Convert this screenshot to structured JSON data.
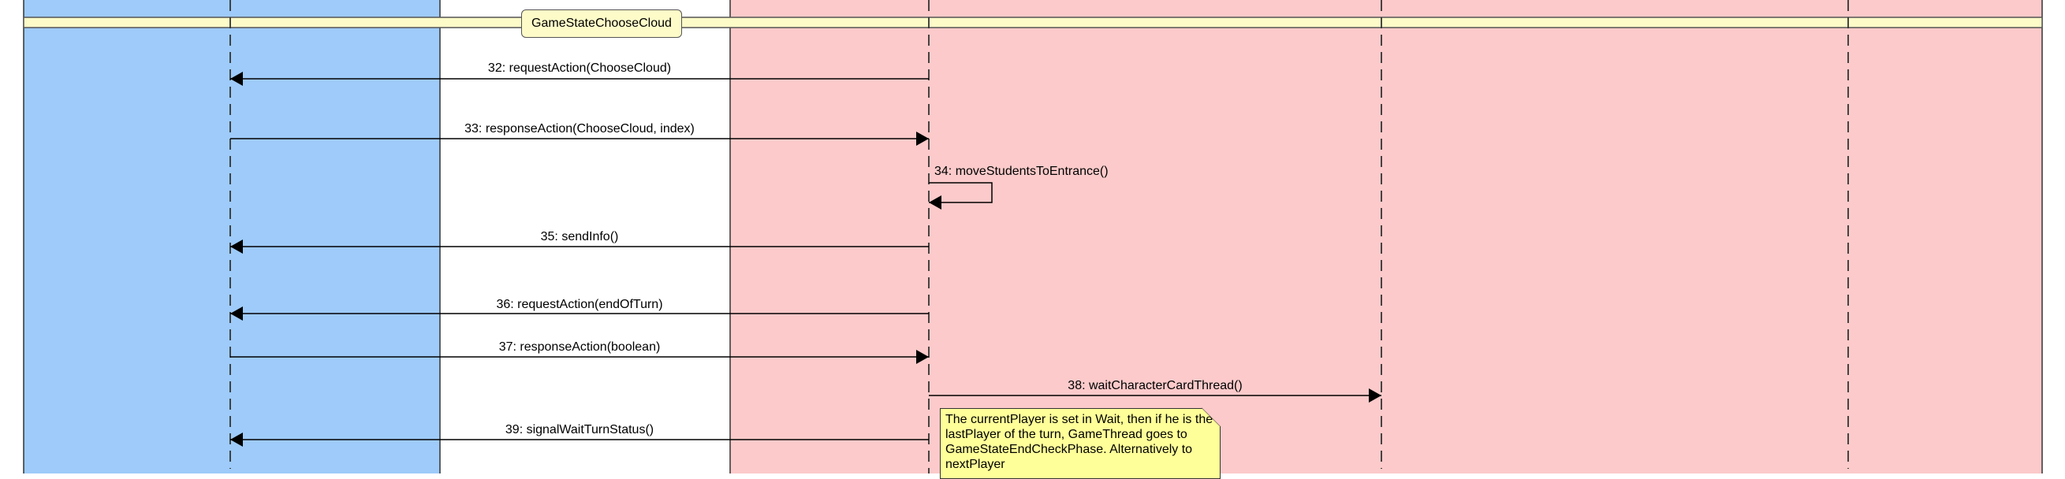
{
  "frame": {
    "label": "GameStateChooseCloud"
  },
  "messages": [
    {
      "label": "32: requestAction(ChooseCloud)"
    },
    {
      "label": "33: responseAction(ChooseCloud, index)"
    },
    {
      "label": "34: moveStudentsToEntrance()"
    },
    {
      "label": "35: sendInfo()"
    },
    {
      "label": "36: requestAction(endOfTurn)"
    },
    {
      "label": "37: responseAction(boolean)"
    },
    {
      "label": "38: waitCharacterCardThread()"
    },
    {
      "label": "39: signalWaitTurnStatus()"
    }
  ],
  "note": {
    "text": "The currentPlayer is set in Wait, then if he is the lastPlayer of the turn, GameThread goes to GameStateEndCheckPhase. Alternatively to nextPlayer"
  },
  "colors": {
    "client_zone": "#9ecbfa",
    "server_zone": "#fccaca",
    "frame_band": "#fdfbc8",
    "note": "#ffff99"
  }
}
